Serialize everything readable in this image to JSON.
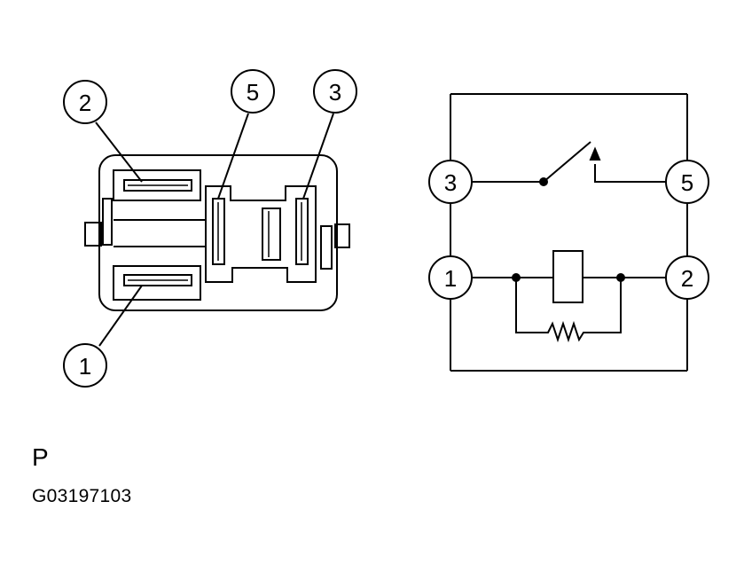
{
  "connector": {
    "callouts": {
      "pin1": "1",
      "pin2": "2",
      "pin3": "3",
      "pin5": "5"
    }
  },
  "schematic": {
    "terminals": {
      "t1": "1",
      "t2": "2",
      "t3": "3",
      "t5": "5"
    }
  },
  "figure": {
    "letter": "P",
    "code": "G03197103"
  }
}
